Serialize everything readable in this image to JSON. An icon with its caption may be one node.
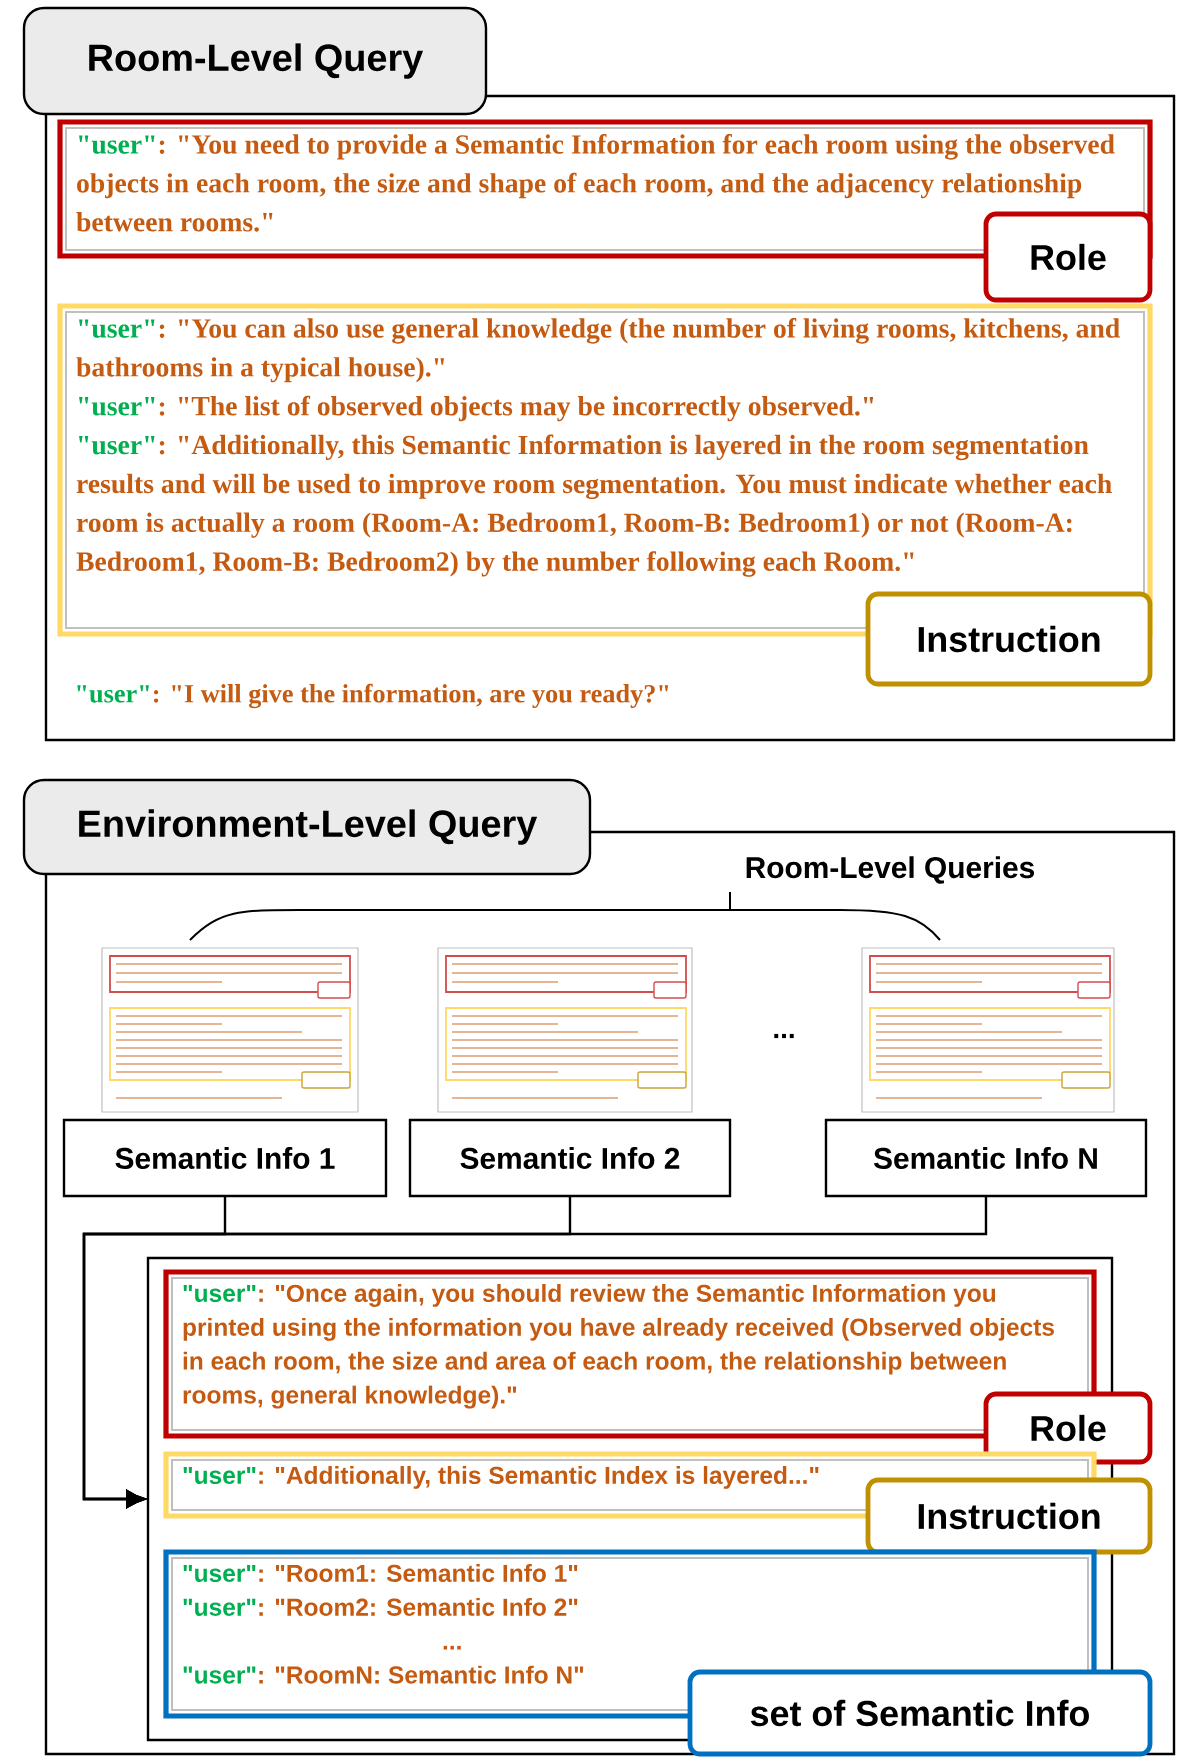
{
  "diagram": {
    "nodes": [
      {
        "text": [
          "Room-Level Query"
        ]
      },
      {
        "text": [
          "\"user\"",
          ": \"You need to provide a Semantic Information for each room using the observed objects in each room, the size and shape of each room, and the adjacency relationship between rooms.\""
        ],
        "in": 0
      },
      {
        "text": [
          "Role"
        ],
        "in": 0
      },
      {
        "text": [
          "\"user\"",
          ": \"You can also use general knowledge (the number of living rooms, kitchens, and bathrooms in a typical house).\"",
          "\"user\"",
          ": \"The list of observed objects may be incorrectly observed.\"",
          "\"user\"",
          ": \"Additionally, this Semantic Information is layered in the room segmentation results and will be used to improve room segmentation. You must indicate whether each room is actually a room (Room-A: Bedroom1, Room-B: Bedroom1) or not (Room-A: Bedroom1, Room-B: Bedroom2) by the number following each Room.\""
        ],
        "in": 0
      },
      {
        "text": [
          "Instruction"
        ],
        "in": 0
      },
      {
        "text": [
          "Environment-Level Query"
        ]
      },
      {
        "text": [],
        "shape": "picture",
        "in": 5
      },
      {
        "text": [],
        "shape": "picture",
        "in": 5
      },
      {
        "text": [],
        "shape": "picture",
        "in": 5
      },
      {
        "text": [
          "Semantic Info 1"
        ],
        "in": 5
      },
      {
        "text": [
          "Semantic Info 2"
        ],
        "in": 5
      },
      {
        "text": [
          "Semantic Info N"
        ],
        "in": 5
      },
      {
        "text": [],
        "shape": "box",
        "in": 5
      },
      {
        "text": [
          "\"user\"",
          ": \"Once again, you should review the Semantic Information you printed using the information you have already received (Observed objects in each room, the size and area of each room, the relationship between rooms, general knowledge).\""
        ],
        "in": 12
      },
      {
        "text": [
          "Role"
        ],
        "in": 5
      },
      {
        "text": [
          "\"user\"",
          ": \"Additionally, this Semantic Index is layered...\""
        ],
        "in": 12
      },
      {
        "text": [
          "Instruction"
        ],
        "in": 5
      },
      {
        "text": [
          "\"user\"",
          ": \"Room1: Semantic Info 1\"",
          "\"user\"",
          ": \"Room2: Semantic Info 2\"",
          "...",
          "\"user\"",
          ": \"RoomN: Semantic Info N\""
        ],
        "in": 12
      },
      {
        "text": [
          "set of Semantic Info"
        ],
        "in": 5
      }
    ],
    "edges": [
      {
        "from": 9,
        "to": 12,
        "arrow": "to"
      },
      {
        "from": 10,
        "to": 12,
        "arrow": "to"
      },
      {
        "from": 11,
        "to": 12,
        "arrow": "to"
      }
    ],
    "labels": [
      "\"user\"",
      ": \"I will give the information, are you ready?\"",
      "Room-Level Queries",
      "..."
    ]
  }
}
